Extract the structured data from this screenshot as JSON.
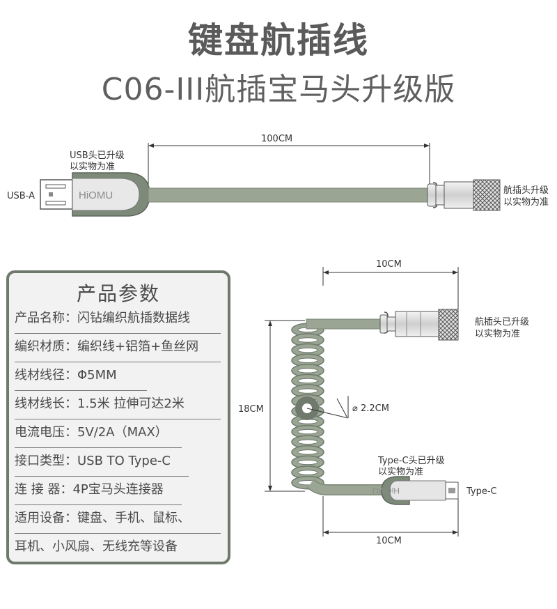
{
  "header": {
    "title": "键盘航插线",
    "subtitle": "C06-III航插宝马头升级版"
  },
  "straight_cable": {
    "length_label": "100CM",
    "usb_label": "USB-A",
    "usb_note_line1": "USB头已升级",
    "usb_note_line2": "以实物为准",
    "brand": "HiOMU",
    "connector_note_line1": "航插头升级",
    "connector_note_line2": "以实物为准"
  },
  "coiled_cable": {
    "top_width_label": "10CM",
    "bottom_width_label": "10CM",
    "height_label": "18CM",
    "diameter_label": "⌀ 2.2CM",
    "connector_note_line1": "航插头已升级",
    "connector_note_line2": "以实物为准",
    "typec_note_line1": "Type-C头已升级",
    "typec_note_line2": "以实物为准",
    "typec_label": "Type-C",
    "brand": "HiOMU"
  },
  "specs": {
    "title": "产品参数",
    "rows": [
      "产品名称：闪钻编织航插数据线",
      "编织材质：编织线+铝箔+鱼丝网",
      "线材线径：Φ5MM",
      "线材线长：1.5米   拉伸可达2米",
      "电流电压：5V/2A（MAX）",
      "接口类型：USB TO Type-C",
      "连  接  器：4P宝马头连接器",
      "适用设备：键盘、手机、鼠标、",
      "耳机、小风扇、无线充等设备"
    ]
  },
  "colors": {
    "cable": "#9aa593",
    "cable_dark": "#6f7a6d",
    "metal": "#d8d8d8",
    "title": "#5a5a5a"
  }
}
